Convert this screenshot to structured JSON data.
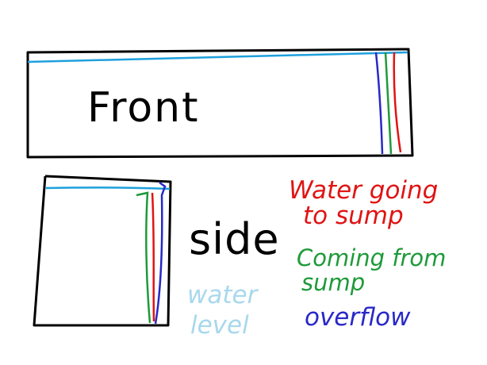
{
  "colors": {
    "background": "#ffffff",
    "outline": "#000000",
    "water": "#1ea0dc",
    "to_sump": "#e01414",
    "from_sump": "#1e9a3a",
    "overflow": "#2828c8",
    "water_label": "#a8d8ec"
  },
  "diagram": {
    "front_label": "Front",
    "side_label": "side",
    "legend": {
      "to_sump": [
        "Water going",
        "to sump"
      ],
      "from_sump": [
        "Coming from",
        "sump"
      ],
      "overflow": "overflow",
      "water_level": [
        "water",
        "level"
      ]
    }
  }
}
